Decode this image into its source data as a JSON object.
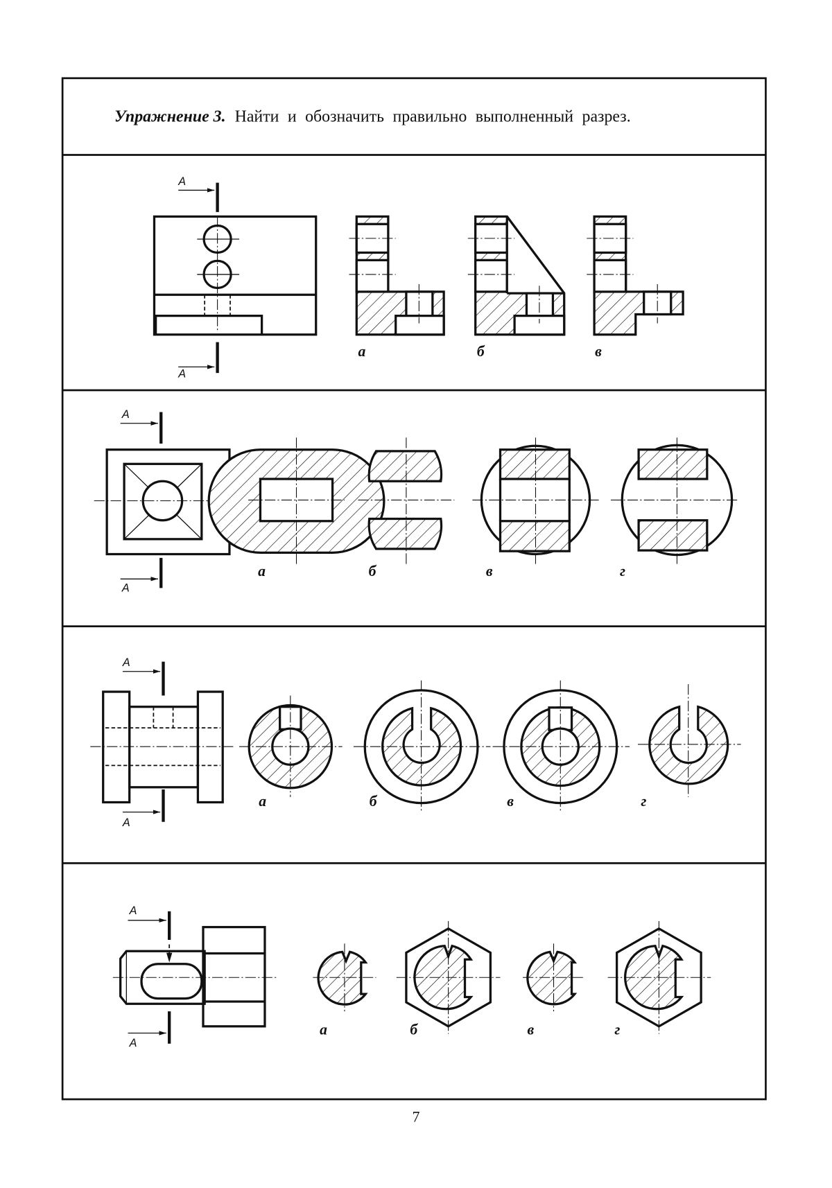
{
  "title": {
    "label": "Упражнение 3.",
    "text": "Найти и обозначить правильно выполненный разрез."
  },
  "section_mark": "А",
  "rows": [
    {
      "variants": [
        "а",
        "б",
        "в"
      ]
    },
    {
      "variants": [
        "а",
        "б",
        "в",
        "г"
      ]
    },
    {
      "variants": [
        "а",
        "б",
        "в",
        "г"
      ]
    },
    {
      "variants": [
        "а",
        "б",
        "в",
        "г"
      ]
    }
  ],
  "page_number": "7"
}
